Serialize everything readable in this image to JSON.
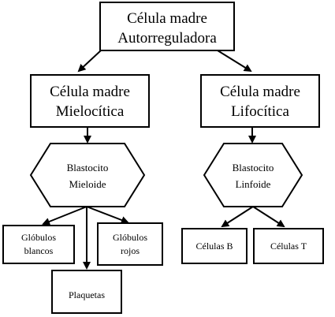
{
  "diagram": {
    "root": {
      "line1": "Célula madre",
      "line2": "Autorreguladora"
    },
    "left_branch": {
      "line1": "Célula madre",
      "line2": "Mielocítica"
    },
    "right_branch": {
      "line1": "Célula madre",
      "line2": "Lifocítica"
    },
    "left_hex": {
      "line1": "Blastocito",
      "line2": "Mieloide"
    },
    "right_hex": {
      "line1": "Blastocito",
      "line2": "Linfoide"
    },
    "leaves": {
      "globulos_blancos": {
        "line1": "Glóbulos",
        "line2": "blancos"
      },
      "globulos_rojos": {
        "line1": "Glóbulos",
        "line2": "rojos"
      },
      "plaquetas": "Plaquetas",
      "celulas_b": "Células B",
      "celulas_t": "Células T"
    }
  }
}
